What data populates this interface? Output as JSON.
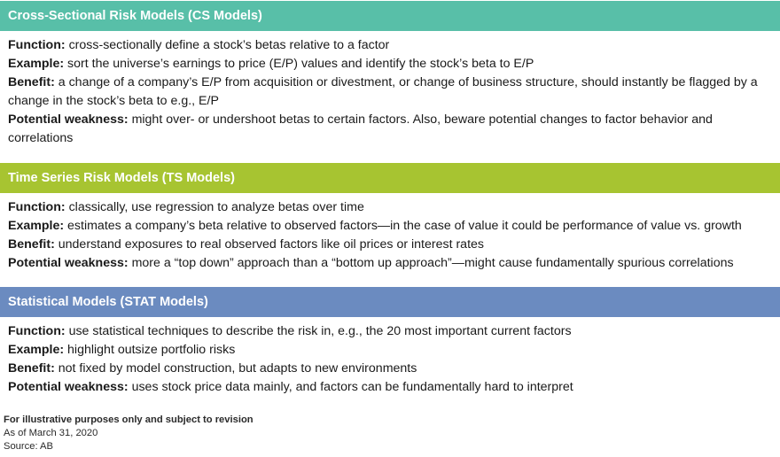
{
  "sections": [
    {
      "title": "Cross-Sectional Risk Models (CS Models)",
      "color": "#58bfa8",
      "rows": [
        {
          "label": "Function:",
          "text": " cross-sectionally define a stock’s betas relative to a factor"
        },
        {
          "label": "Example:",
          "text": " sort the universe’s earnings to price (E/P) values and identify the stock’s beta to E/P"
        },
        {
          "label": "Benefit:",
          "text": " a change of a company’s E/P from acquisition or divestment, or change of business structure, should instantly be flagged by a change in the stock’s beta to e.g., E/P"
        },
        {
          "label": "Potential weakness:",
          "text": " might over- or undershoot betas to certain factors. Also, beware potential changes to factor behavior and correlations"
        }
      ]
    },
    {
      "title": "Time Series Risk Models (TS Models)",
      "color": "#a7c431",
      "rows": [
        {
          "label": "Function:",
          "text": " classically, use regression to analyze betas over time"
        },
        {
          "label": "Example:",
          "text": " estimates a company’s beta relative to observed factors—in the case of value it could be performance of value vs. growth"
        },
        {
          "label": "Benefit:",
          "text": " understand exposures to real observed factors like oil prices or interest rates"
        },
        {
          "label": "Potential weakness:",
          "text": " more a “top down” approach than a “bottom up approach”—might cause fundamentally spurious correlations"
        }
      ]
    },
    {
      "title": "Statistical Models (STAT Models)",
      "color": "#6b8bc0",
      "rows": [
        {
          "label": "Function:",
          "text": " use statistical techniques to describe the risk in, e.g., the 20 most important current factors"
        },
        {
          "label": "Example:",
          "text": " highlight outsize portfolio risks"
        },
        {
          "label": "Benefit:",
          "text": " not fixed by model construction, but adapts to new environments"
        },
        {
          "label": "Potential weakness:",
          "text": " uses stock price data mainly, and factors can be fundamentally hard to interpret"
        }
      ]
    }
  ],
  "footer": {
    "disclaimer": "For illustrative purposes only and subject to revision",
    "date": "As of March 31, 2020",
    "source": "Source: AB"
  }
}
